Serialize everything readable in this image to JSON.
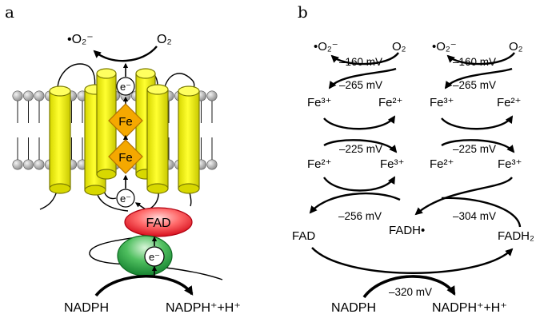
{
  "panels": {
    "a": {
      "letter": "a",
      "superoxide": "•O₂⁻",
      "oxygen": "O₂",
      "electron_top": "e⁻",
      "iron_top": "Fe",
      "iron_bottom": "Fe",
      "electron_mid": "e⁻",
      "fad": "FAD",
      "electron_bottom": "e⁻",
      "nadph": "NADPH",
      "nadph_plus": "NADPH⁺+H⁺"
    },
    "b": {
      "letter": "b",
      "col1": {
        "superoxide": "•O₂⁻",
        "oxygen": "O₂",
        "mv_o2": "–160 mV",
        "mv_fe1": "–265 mV",
        "fe_3_top": "Fe³⁺",
        "fe_2_top": "Fe²⁺",
        "mv_fe2": "–225 mV",
        "fe_2_bottom": "Fe²⁺",
        "fe_3_bottom": "Fe³⁺"
      },
      "col2": {
        "superoxide": "•O₂⁻",
        "oxygen": "O₂",
        "mv_o2": "–160 mV",
        "mv_fe1": "–265 mV",
        "fe_3_top": "Fe³⁺",
        "fe_2_top": "Fe²⁺",
        "mv_fe2": "–225 mV",
        "fe_2_bottom": "Fe²⁺",
        "fe_3_bottom": "Fe³⁺"
      },
      "fad": "FAD",
      "fadh_radical": "FADH•",
      "fadh2": "FADH₂",
      "mv_fad": "–256 mV",
      "mv_fadh": "–304 mV",
      "mv_nadph": "–320 mV",
      "nadph": "NADPH",
      "nadph_plus": "NADPH⁺+H⁺"
    }
  },
  "colors": {
    "helix": "#ffff00",
    "helix_stroke": "#8a8a00",
    "iron": "#f5a800",
    "fad": "#e8202a",
    "green_domain": "#1f9a3a",
    "lipid_head": "#a9a9a9"
  }
}
